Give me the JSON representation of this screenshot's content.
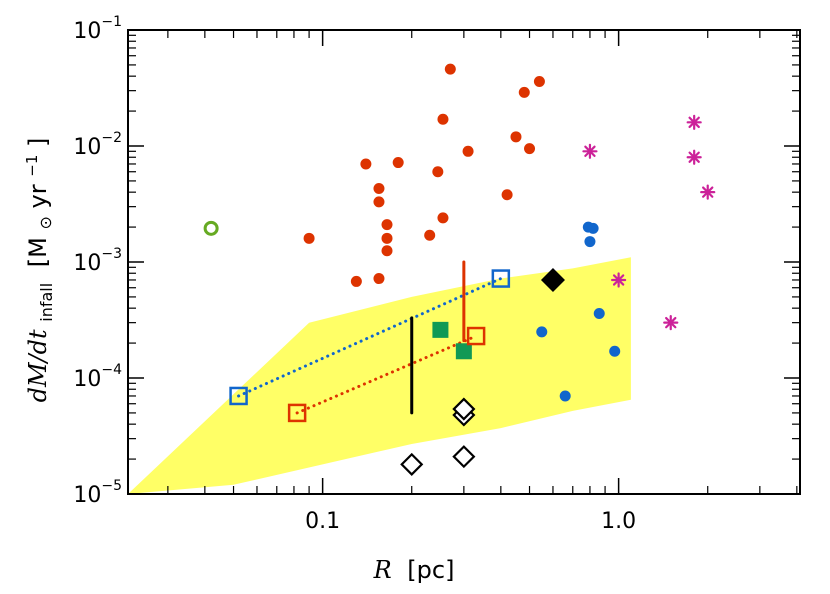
{
  "chart_data": {
    "type": "scatter",
    "title": "",
    "xlabel": {
      "var": "R",
      "unit": "[pc]"
    },
    "ylabel": {
      "var": "dM/dt",
      "sub": "infall",
      "unit_pre": "[M",
      "unit_sym": "⊙",
      "unit_mid": " yr",
      "unit_sup": "−1",
      "unit_post": "]"
    },
    "xscale": "log",
    "yscale": "log",
    "xlim": [
      0.022,
      4.1
    ],
    "ylim": [
      1e-05,
      0.1
    ],
    "x_tick_labels": [
      {
        "value": 0.1,
        "label": "0.1"
      },
      {
        "value": 1.0,
        "label": "1.0"
      }
    ],
    "y_tick_labels": [
      {
        "value": 1e-05,
        "base": "10",
        "exp": "−5"
      },
      {
        "value": 0.0001,
        "base": "10",
        "exp": "−4"
      },
      {
        "value": 0.001,
        "base": "10",
        "exp": "−3"
      },
      {
        "value": 0.01,
        "base": "10",
        "exp": "−2"
      },
      {
        "value": 0.1,
        "base": "10",
        "exp": "−1"
      }
    ],
    "grid": false,
    "legend": "none",
    "shaded_region": {
      "color": "#ffff66",
      "upper": [
        [
          0.022,
          1e-05
        ],
        [
          0.09,
          0.0003
        ],
        [
          0.2,
          0.0005
        ],
        [
          0.4,
          0.00072
        ],
        [
          0.7,
          0.00088
        ],
        [
          1.1,
          0.0011
        ]
      ],
      "lower": [
        [
          1.1,
          6.5e-05
        ],
        [
          0.7,
          5.2e-05
        ],
        [
          0.4,
          3.7e-05
        ],
        [
          0.2,
          2.7e-05
        ],
        [
          0.1,
          1.8e-05
        ],
        [
          0.05,
          1.2e-05
        ],
        [
          0.022,
          1e-05
        ]
      ]
    },
    "series": [
      {
        "marker": "filled-circle",
        "color": "#dd3300",
        "points": [
          [
            0.09,
            0.0016
          ],
          [
            0.13,
            0.00068
          ],
          [
            0.14,
            0.007
          ],
          [
            0.155,
            0.0043
          ],
          [
            0.155,
            0.0033
          ],
          [
            0.155,
            0.00072
          ],
          [
            0.165,
            0.0021
          ],
          [
            0.165,
            0.0016
          ],
          [
            0.165,
            0.00125
          ],
          [
            0.18,
            0.0072
          ],
          [
            0.23,
            0.0017
          ],
          [
            0.245,
            0.006
          ],
          [
            0.255,
            0.017
          ],
          [
            0.255,
            0.0024
          ],
          [
            0.27,
            0.046
          ],
          [
            0.31,
            0.009
          ],
          [
            0.42,
            0.0038
          ],
          [
            0.45,
            0.012
          ],
          [
            0.48,
            0.029
          ],
          [
            0.5,
            0.0095
          ],
          [
            0.54,
            0.036
          ]
        ]
      },
      {
        "marker": "filled-circle",
        "color": "#1166cc",
        "points": [
          [
            0.55,
            0.00025
          ],
          [
            0.66,
            7e-05
          ],
          [
            0.79,
            0.002
          ],
          [
            0.82,
            0.00195
          ],
          [
            0.8,
            0.0015
          ],
          [
            0.86,
            0.00036
          ],
          [
            0.97,
            0.00017
          ]
        ]
      },
      {
        "marker": "asterisk",
        "color": "#cc2299",
        "points": [
          [
            0.8,
            0.009
          ],
          [
            1.0,
            0.0007
          ],
          [
            1.5,
            0.0003
          ],
          [
            1.8,
            0.016
          ],
          [
            1.8,
            0.008
          ],
          [
            2.0,
            0.004
          ]
        ]
      },
      {
        "marker": "filled-square",
        "color": "#119955",
        "points": [
          [
            0.25,
            0.00026
          ],
          [
            0.3,
            0.00017
          ]
        ]
      },
      {
        "marker": "open-square",
        "color": "#1166cc",
        "points": [
          [
            0.052,
            7e-05
          ],
          [
            0.4,
            0.00072
          ]
        ]
      },
      {
        "marker": "open-square",
        "color": "#dd3300",
        "points": [
          [
            0.082,
            5e-05
          ],
          [
            0.33,
            0.00023
          ]
        ]
      },
      {
        "marker": "open-diamond",
        "color": "#000000",
        "points": [
          [
            0.2,
            1.8e-05
          ],
          [
            0.3,
            2.1e-05
          ],
          [
            0.3,
            4.8e-05
          ],
          [
            0.3,
            5.4e-05
          ]
        ]
      },
      {
        "marker": "filled-diamond",
        "color": "#000000",
        "points": [
          [
            0.6,
            0.0007
          ]
        ]
      },
      {
        "marker": "open-circle",
        "color": "#66aa22",
        "points": [
          [
            0.042,
            0.00195
          ]
        ]
      }
    ],
    "lines": [
      {
        "style": "dotted",
        "color": "#1166cc",
        "points": [
          [
            0.052,
            7e-05
          ],
          [
            0.4,
            0.00072
          ]
        ]
      },
      {
        "style": "dotted",
        "color": "#dd3300",
        "points": [
          [
            0.082,
            5e-05
          ],
          [
            0.33,
            0.00023
          ]
        ]
      },
      {
        "style": "solid",
        "color": "#000000",
        "points": [
          [
            0.2,
            5e-05
          ],
          [
            0.2,
            0.00033
          ]
        ]
      },
      {
        "style": "solid",
        "color": "#dd3300",
        "points": [
          [
            0.3,
            0.00021
          ],
          [
            0.3,
            0.001
          ]
        ]
      }
    ]
  }
}
